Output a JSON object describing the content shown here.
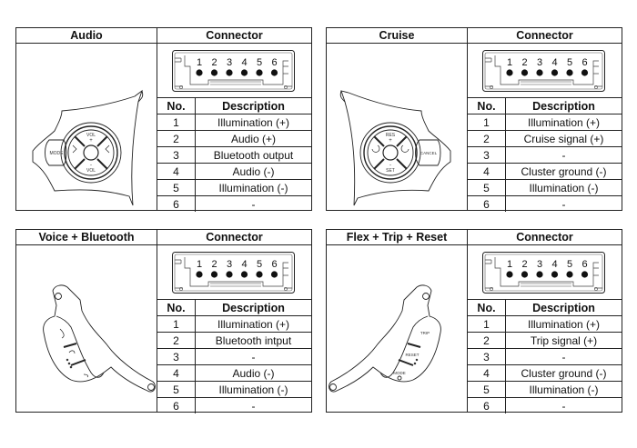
{
  "panels": [
    {
      "title": "Audio",
      "connector_header": "Connector",
      "pin_labels": [
        "1",
        "2",
        "3",
        "4",
        "5",
        "6"
      ],
      "columns": {
        "no": "No.",
        "description": "Description"
      },
      "rows": [
        {
          "no": "1",
          "description": "Illumination (+)"
        },
        {
          "no": "2",
          "description": "Audio (+)"
        },
        {
          "no": "3",
          "description": "Bluetooth output"
        },
        {
          "no": "4",
          "description": "Audio (-)"
        },
        {
          "no": "5",
          "description": "Illumination (-)"
        },
        {
          "no": "6",
          "description": "-"
        }
      ],
      "illustration_labels": {
        "side_button": "MODE",
        "top": "VOL",
        "top_sign": "+",
        "bottom": "VOL",
        "bottom_sign": "-"
      }
    },
    {
      "title": "Cruise",
      "connector_header": "Connector",
      "pin_labels": [
        "1",
        "2",
        "3",
        "4",
        "5",
        "6"
      ],
      "columns": {
        "no": "No.",
        "description": "Description"
      },
      "rows": [
        {
          "no": "1",
          "description": "Illumination (+)"
        },
        {
          "no": "2",
          "description": "Cruise signal (+)"
        },
        {
          "no": "3",
          "description": "-"
        },
        {
          "no": "4",
          "description": "Cluster ground (-)"
        },
        {
          "no": "5",
          "description": "Illumination (-)"
        },
        {
          "no": "6",
          "description": "-"
        }
      ],
      "illustration_labels": {
        "side_button": "CANCEL",
        "top": "RES",
        "top_sign": "+",
        "bottom": "SET",
        "bottom_sign": "-"
      }
    },
    {
      "title": "Voice + Bluetooth",
      "connector_header": "Connector",
      "pin_labels": [
        "1",
        "2",
        "3",
        "4",
        "5",
        "6"
      ],
      "columns": {
        "no": "No.",
        "description": "Description"
      },
      "rows": [
        {
          "no": "1",
          "description": "Illumination (+)"
        },
        {
          "no": "2",
          "description": "Bluetooth intput"
        },
        {
          "no": "3",
          "description": "-"
        },
        {
          "no": "4",
          "description": "Audio (-)"
        },
        {
          "no": "5",
          "description": "Illumination (-)"
        },
        {
          "no": "6",
          "description": "-"
        }
      ]
    },
    {
      "title": "Flex + Trip + Reset",
      "connector_header": "Connector",
      "pin_labels": [
        "1",
        "2",
        "3",
        "4",
        "5",
        "6"
      ],
      "columns": {
        "no": "No.",
        "description": "Description"
      },
      "rows": [
        {
          "no": "1",
          "description": "Illumination (+)"
        },
        {
          "no": "2",
          "description": "Trip signal (+)"
        },
        {
          "no": "3",
          "description": "-"
        },
        {
          "no": "4",
          "description": "Cluster ground (-)"
        },
        {
          "no": "5",
          "description": "Illumination (-)"
        },
        {
          "no": "6",
          "description": "-"
        }
      ],
      "illustration_labels": {
        "button_1": "TRIP",
        "button_2": "RESET",
        "button_3": "MODE"
      }
    }
  ]
}
